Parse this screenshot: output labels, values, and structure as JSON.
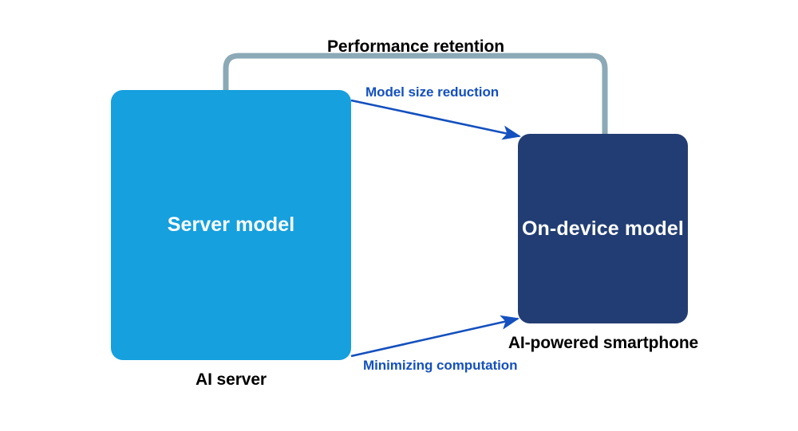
{
  "diagram": {
    "title_text": "Performance retention",
    "background_color": "#ffffff",
    "nodes": [
      {
        "id": "server",
        "label": "Server model",
        "caption": "AI server",
        "fill_color": "#16a0de",
        "text_color": "#ffffff"
      },
      {
        "id": "on-device",
        "label": "On-device model",
        "caption": "AI-powered smartphone",
        "fill_color": "#223d73",
        "text_color": "#ffffff"
      }
    ],
    "connectors": [
      {
        "id": "performance-retention",
        "label": "Performance retention",
        "color": "#8ba9b6",
        "style": "bracket",
        "arrow": false,
        "from": "on-device",
        "to": "server"
      },
      {
        "id": "model-size-reduction",
        "label": "Model size reduction",
        "color": "#1450be",
        "style": "arrow",
        "arrow": true,
        "from": "server",
        "to": "on-device"
      },
      {
        "id": "minimizing-computation",
        "label": "Minimizing computation",
        "color": "#1450be",
        "style": "arrow",
        "arrow": true,
        "from": "server",
        "to": "on-device"
      }
    ],
    "captions": {
      "server_caption": "AI server",
      "ondevice_caption": "AI-powered smartphone"
    },
    "edge_labels": {
      "model_size_reduction": "Model size reduction",
      "minimizing_computation": "Minimizing computation"
    }
  }
}
